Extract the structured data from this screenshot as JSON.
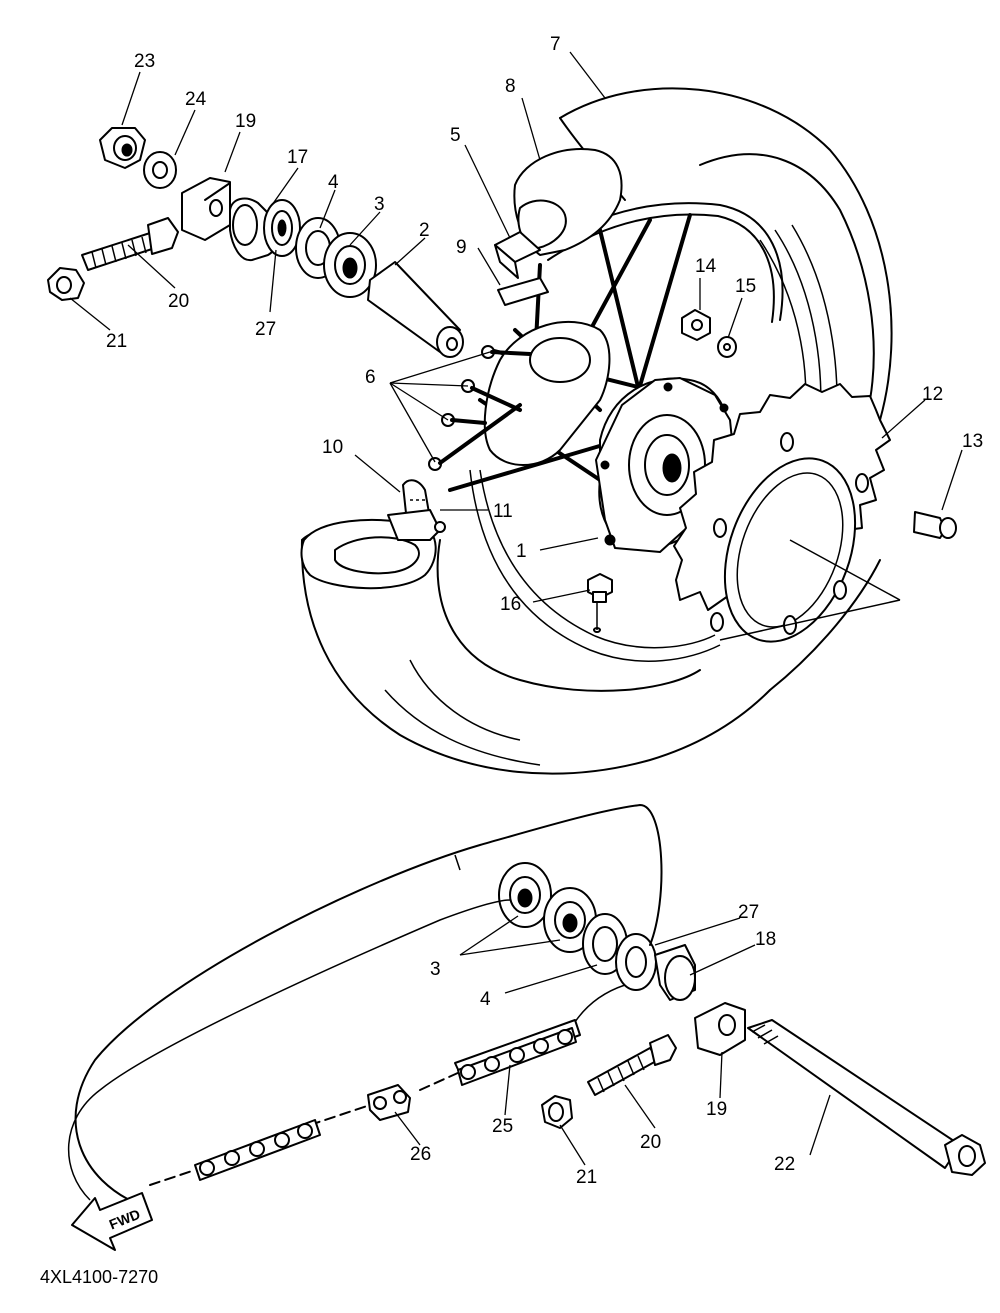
{
  "diagram": {
    "code": "4XL4100-7270",
    "fwd_label": "FWD",
    "callouts": [
      "1",
      "2",
      "3",
      "4",
      "5",
      "6",
      "7",
      "8",
      "9",
      "10",
      "11",
      "12",
      "13",
      "14",
      "15",
      "16",
      "17",
      "18",
      "19",
      "20",
      "21",
      "22",
      "23",
      "24",
      "25",
      "26",
      "27"
    ]
  }
}
